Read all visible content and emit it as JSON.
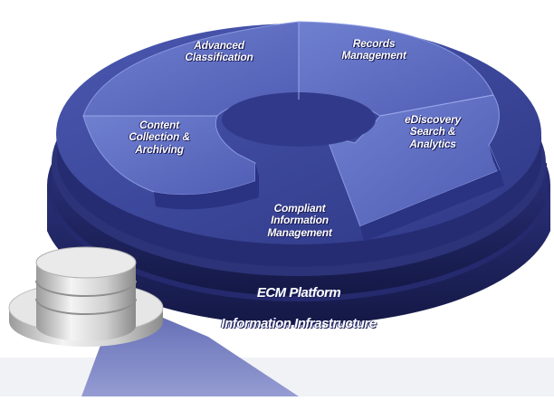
{
  "diagram": {
    "segments": [
      {
        "label": "Advanced Classification"
      },
      {
        "label": "Records Management"
      },
      {
        "label": "eDiscovery Search & Analytics"
      },
      {
        "label": "Content Collection & Archiving"
      }
    ],
    "center": {
      "label": "Compliant Information Management"
    },
    "layers": [
      {
        "label": "ECM Platform"
      },
      {
        "label": "Information Infrastructure"
      }
    ],
    "colors": {
      "disk_top": "#3d4a9c",
      "disk_side": "#1f2466",
      "segment_face": "#5b6bc2",
      "text": "#ffffff",
      "storage_icon": "#c8c8c8"
    },
    "icons": [
      "database-cylinder-icon",
      "cycle-arrow-icon"
    ]
  }
}
